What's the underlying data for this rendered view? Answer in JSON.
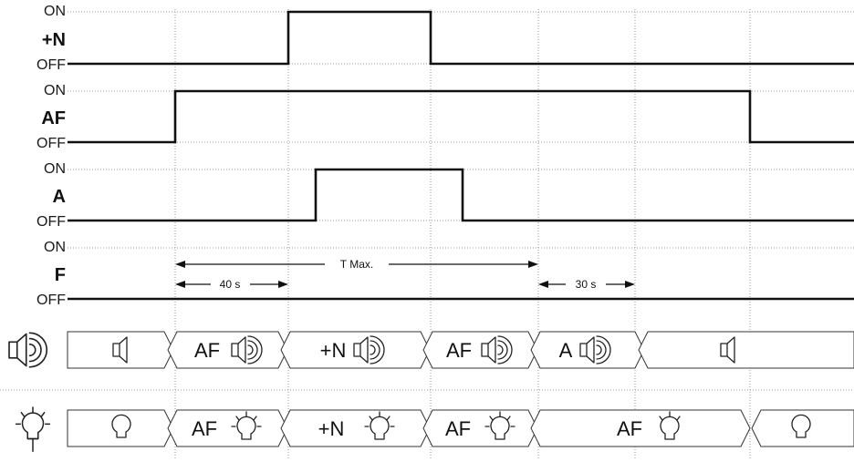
{
  "signals": [
    {
      "name": "+N",
      "on_label": "ON",
      "off_label": "OFF",
      "transitions": [
        "OFF",
        "ON",
        "OFF"
      ]
    },
    {
      "name": "AF",
      "on_label": "ON",
      "off_label": "OFF",
      "transitions": [
        "OFF",
        "ON",
        "OFF"
      ]
    },
    {
      "name": "A",
      "on_label": "ON",
      "off_label": "OFF",
      "transitions": [
        "OFF",
        "ON",
        "OFF"
      ]
    },
    {
      "name": "F",
      "on_label": "ON",
      "off_label": "OFF",
      "transitions": [
        "OFF"
      ]
    }
  ],
  "annotations": {
    "t_max": "T Max.",
    "delay_1": "40 s",
    "delay_2": "30 s"
  },
  "speaker_row": {
    "icon": "speaker-icon",
    "segments": [
      {
        "text": "",
        "state": "speaker-off"
      },
      {
        "text": "AF",
        "state": "speaker-on"
      },
      {
        "text": "+N",
        "state": "speaker-on"
      },
      {
        "text": "AF",
        "state": "speaker-on"
      },
      {
        "text": "A",
        "state": "speaker-on"
      },
      {
        "text": "",
        "state": "speaker-off"
      },
      {
        "text": "",
        "state": "none"
      }
    ]
  },
  "lamp_row": {
    "icon": "bulb-icon",
    "segments": [
      {
        "text": "",
        "state": "bulb-off"
      },
      {
        "text": "AF",
        "state": "bulb-flashing"
      },
      {
        "text": "+N",
        "state": "bulb-flashing"
      },
      {
        "text": "AF",
        "state": "bulb-flashing"
      },
      {
        "text": "AF",
        "state": "bulb-on"
      },
      {
        "text": "",
        "state": "bulb-off"
      }
    ]
  },
  "colors": {
    "trace": "#111111",
    "grid": "#9a9a9a",
    "box": "#333333"
  }
}
